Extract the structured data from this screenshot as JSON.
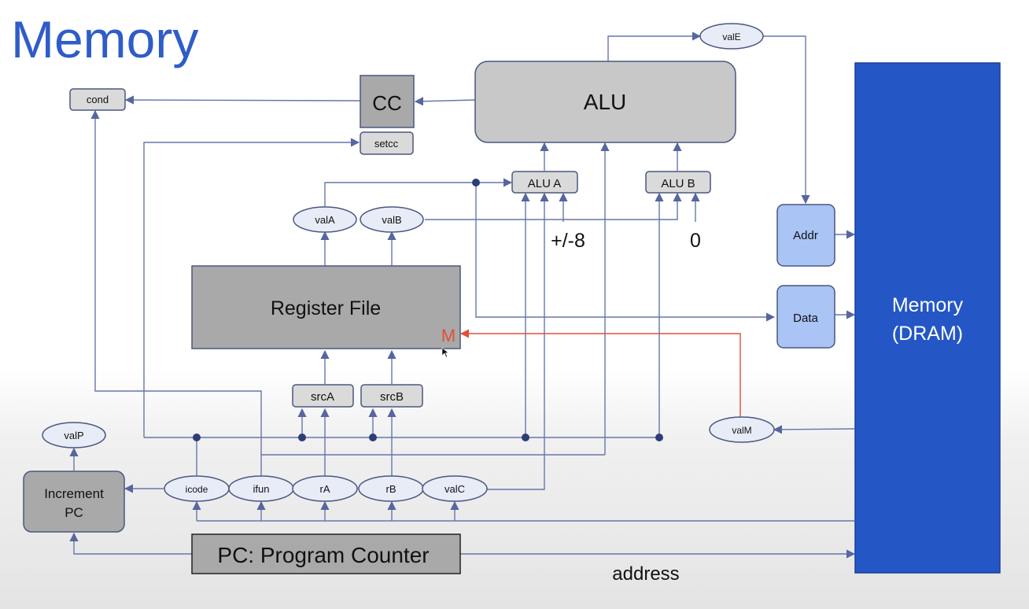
{
  "slide": {
    "title": "Memory"
  },
  "blocks": {
    "alu": "ALU",
    "cc": "CC",
    "setcc": "setcc",
    "cond": "cond",
    "alu_a": "ALU A",
    "alu_b": "ALU B",
    "register_file": "Register File",
    "write_port": "M",
    "src_a": "srcA",
    "src_b": "srcB",
    "increment_pc_line1": "Increment",
    "increment_pc_line2": "PC",
    "pc": "PC: Program Counter",
    "addr": "Addr",
    "data": "Data",
    "memory_line1": "Memory",
    "memory_line2": "(DRAM)"
  },
  "signals": {
    "val_e": "valE",
    "val_a": "valA",
    "val_b": "valB",
    "val_m": "valM",
    "val_p": "valP",
    "icode": "icode",
    "ifun": "ifun",
    "ra": "rA",
    "rb": "rB",
    "val_c": "valC"
  },
  "constants": {
    "plus_minus_8": "+/-8",
    "zero": "0"
  },
  "labels": {
    "address": "address"
  },
  "colors": {
    "title": "#2f5cc8",
    "memory_fill": "#2457c5",
    "register_file_fill": "#a9a9a9",
    "alu_fill": "#c8c8c8",
    "light_blue_box": "#a9c4f5",
    "wire": "#6677aa",
    "write_wire": "#e0503a"
  }
}
